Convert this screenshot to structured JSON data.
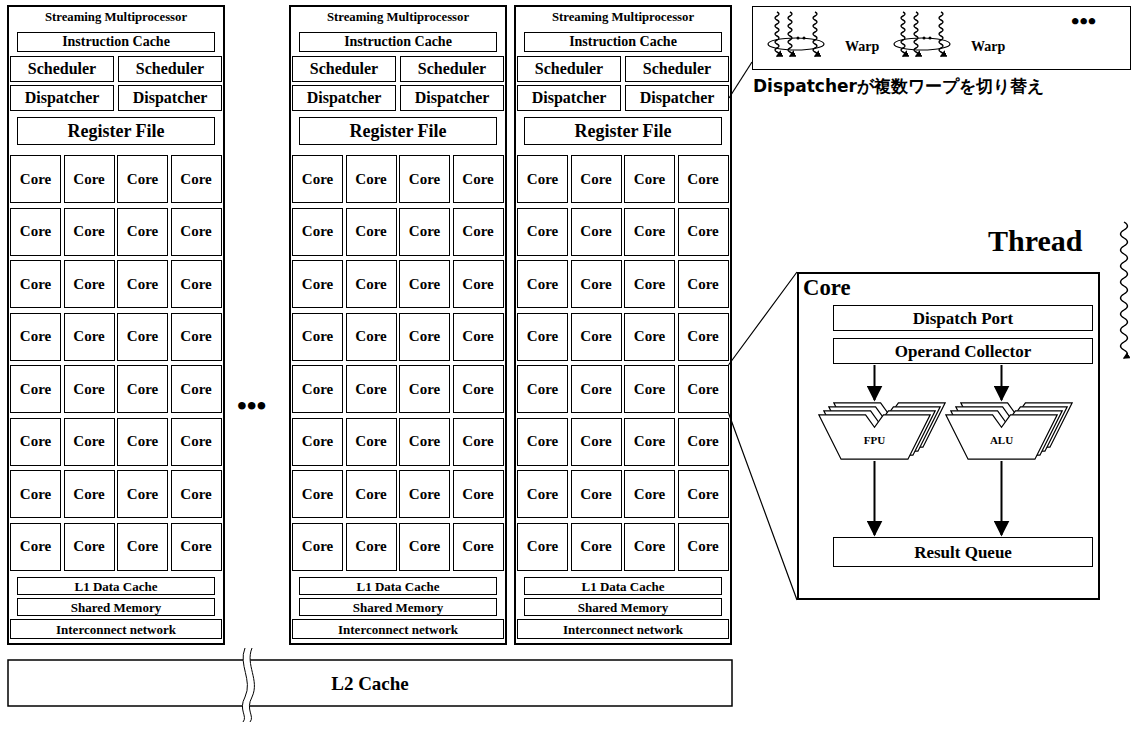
{
  "diagram": {
    "nodes": [
      {
        "text": [
          "Streaming Multiprocessor"
        ]
      },
      {
        "text": [
          "Instruction Cache"
        ],
        "in": 0
      },
      {
        "text": [
          "Scheduler"
        ],
        "in": 0
      },
      {
        "text": [
          "Scheduler"
        ],
        "in": 0
      },
      {
        "text": [
          "Dispatcher"
        ],
        "in": 0
      },
      {
        "text": [
          "Dispatcher"
        ],
        "in": 0
      },
      {
        "text": [
          "Register File"
        ],
        "in": 0
      },
      {
        "text": [
          "Core"
        ],
        "in": 0
      },
      {
        "text": [
          "Core"
        ],
        "in": 0
      },
      {
        "text": [
          "Core"
        ],
        "in": 0
      },
      {
        "text": [
          "Core"
        ],
        "in": 0
      },
      {
        "text": [
          "Core"
        ],
        "in": 0
      },
      {
        "text": [
          "Core"
        ],
        "in": 0
      },
      {
        "text": [
          "Core"
        ],
        "in": 0
      },
      {
        "text": [
          "Core"
        ],
        "in": 0
      },
      {
        "text": [
          "Core"
        ],
        "in": 0
      },
      {
        "text": [
          "Core"
        ],
        "in": 0
      },
      {
        "text": [
          "Core"
        ],
        "in": 0
      },
      {
        "text": [
          "Core"
        ],
        "in": 0
      },
      {
        "text": [
          "Core"
        ],
        "in": 0
      },
      {
        "text": [
          "Core"
        ],
        "in": 0
      },
      {
        "text": [
          "Core"
        ],
        "in": 0
      },
      {
        "text": [
          "Core"
        ],
        "in": 0
      },
      {
        "text": [
          "Core"
        ],
        "in": 0
      },
      {
        "text": [
          "Core"
        ],
        "in": 0
      },
      {
        "text": [
          "Core"
        ],
        "in": 0
      },
      {
        "text": [
          "Core"
        ],
        "in": 0
      },
      {
        "text": [
          "Core"
        ],
        "in": 0
      },
      {
        "text": [
          "Core"
        ],
        "in": 0
      },
      {
        "text": [
          "Core"
        ],
        "in": 0
      },
      {
        "text": [
          "Core"
        ],
        "in": 0
      },
      {
        "text": [
          "Core"
        ],
        "in": 0
      },
      {
        "text": [
          "Core"
        ],
        "in": 0
      },
      {
        "text": [
          "Core"
        ],
        "in": 0
      },
      {
        "text": [
          "Core"
        ],
        "in": 0
      },
      {
        "text": [
          "Core"
        ],
        "in": 0
      },
      {
        "text": [
          "Core"
        ],
        "in": 0
      },
      {
        "text": [
          "Core"
        ],
        "in": 0
      },
      {
        "text": [
          "Core"
        ],
        "in": 0
      },
      {
        "text": [
          "L1 Data Cache"
        ],
        "in": 0
      },
      {
        "text": [
          "Shared Memory"
        ],
        "in": 0
      },
      {
        "text": [
          "Interconnect network"
        ],
        "in": 0
      },
      {
        "text": [
          "Streaming Multiprocessor"
        ]
      },
      {
        "text": [
          "Instruction Cache"
        ],
        "in": 42
      },
      {
        "text": [
          "Scheduler"
        ],
        "in": 42
      },
      {
        "text": [
          "Scheduler"
        ],
        "in": 42
      },
      {
        "text": [
          "Dispatcher"
        ],
        "in": 42
      },
      {
        "text": [
          "Dispatcher"
        ],
        "in": 42
      },
      {
        "text": [
          "Register File"
        ],
        "in": 42
      },
      {
        "text": [
          "Core"
        ],
        "in": 42
      },
      {
        "text": [
          "Core"
        ],
        "in": 42
      },
      {
        "text": [
          "Core"
        ],
        "in": 42
      },
      {
        "text": [
          "Core"
        ],
        "in": 42
      },
      {
        "text": [
          "Core"
        ],
        "in": 42
      },
      {
        "text": [
          "Core"
        ],
        "in": 42
      },
      {
        "text": [
          "Core"
        ],
        "in": 42
      },
      {
        "text": [
          "Core"
        ],
        "in": 42
      },
      {
        "text": [
          "Core"
        ],
        "in": 42
      },
      {
        "text": [
          "Core"
        ],
        "in": 42
      },
      {
        "text": [
          "Core"
        ],
        "in": 42
      },
      {
        "text": [
          "Core"
        ],
        "in": 42
      },
      {
        "text": [
          "Core"
        ],
        "in": 42
      },
      {
        "text": [
          "Core"
        ],
        "in": 42
      },
      {
        "text": [
          "Core"
        ],
        "in": 42
      },
      {
        "text": [
          "Core"
        ],
        "in": 42
      },
      {
        "text": [
          "Core"
        ],
        "in": 42
      },
      {
        "text": [
          "Core"
        ],
        "in": 42
      },
      {
        "text": [
          "Core"
        ],
        "in": 42
      },
      {
        "text": [
          "Core"
        ],
        "in": 42
      },
      {
        "text": [
          "Core"
        ],
        "in": 42
      },
      {
        "text": [
          "Core"
        ],
        "in": 42
      },
      {
        "text": [
          "Core"
        ],
        "in": 42
      },
      {
        "text": [
          "Core"
        ],
        "in": 42
      },
      {
        "text": [
          "Core"
        ],
        "in": 42
      },
      {
        "text": [
          "Core"
        ],
        "in": 42
      },
      {
        "text": [
          "Core"
        ],
        "in": 42
      },
      {
        "text": [
          "Core"
        ],
        "in": 42
      },
      {
        "text": [
          "Core"
        ],
        "in": 42
      },
      {
        "text": [
          "Core"
        ],
        "in": 42
      },
      {
        "text": [
          "Core"
        ],
        "in": 42
      },
      {
        "text": [
          "Core"
        ],
        "in": 42
      },
      {
        "text": [
          "L1 Data Cache"
        ],
        "in": 42
      },
      {
        "text": [
          "Shared Memory"
        ],
        "in": 42
      },
      {
        "text": [
          "Interconnect network"
        ],
        "in": 42
      },
      {
        "text": [
          "Streaming Multiprocessor"
        ]
      },
      {
        "text": [
          "Instruction Cache"
        ],
        "in": 84
      },
      {
        "text": [
          "Scheduler"
        ],
        "in": 84
      },
      {
        "text": [
          "Scheduler"
        ],
        "in": 84
      },
      {
        "text": [
          "Dispatcher"
        ],
        "in": 84
      },
      {
        "text": [
          "Dispatcher"
        ],
        "in": 84
      },
      {
        "text": [
          "Register File"
        ],
        "in": 84
      },
      {
        "text": [
          "Core"
        ],
        "in": 84
      },
      {
        "text": [
          "Core"
        ],
        "in": 84
      },
      {
        "text": [
          "Core"
        ],
        "in": 84
      },
      {
        "text": [
          "Core"
        ],
        "in": 84
      },
      {
        "text": [
          "Core"
        ],
        "in": 84
      },
      {
        "text": [
          "Core"
        ],
        "in": 84
      },
      {
        "text": [
          "Core"
        ],
        "in": 84
      },
      {
        "text": [
          "Core"
        ],
        "in": 84
      },
      {
        "text": [
          "Core"
        ],
        "in": 84
      },
      {
        "text": [
          "Core"
        ],
        "in": 84
      },
      {
        "text": [
          "Core"
        ],
        "in": 84
      },
      {
        "text": [
          "Core"
        ],
        "in": 84
      },
      {
        "text": [
          "Core"
        ],
        "in": 84
      },
      {
        "text": [
          "Core"
        ],
        "in": 84
      },
      {
        "text": [
          "Core"
        ],
        "in": 84
      },
      {
        "text": [
          "Core"
        ],
        "in": 84
      },
      {
        "text": [
          "Core"
        ],
        "in": 84
      },
      {
        "text": [
          "Core"
        ],
        "in": 84
      },
      {
        "text": [
          "Core"
        ],
        "in": 84
      },
      {
        "text": [
          "Core"
        ],
        "in": 84
      },
      {
        "text": [
          "Core"
        ],
        "in": 84
      },
      {
        "text": [
          "Core"
        ],
        "in": 84
      },
      {
        "text": [
          "Core"
        ],
        "in": 84
      },
      {
        "text": [
          "Core"
        ],
        "in": 84
      },
      {
        "text": [
          "Core"
        ],
        "in": 84
      },
      {
        "text": [
          "Core"
        ],
        "in": 84
      },
      {
        "text": [
          "Core"
        ],
        "in": 84
      },
      {
        "text": [
          "Core"
        ],
        "in": 84
      },
      {
        "text": [
          "Core"
        ],
        "in": 84
      },
      {
        "text": [
          "Core"
        ],
        "in": 84
      },
      {
        "text": [
          "Core"
        ],
        "in": 84
      },
      {
        "text": [
          "Core"
        ],
        "in": 84
      },
      {
        "text": [
          "L1 Data Cache"
        ],
        "in": 84
      },
      {
        "text": [
          "Shared Memory"
        ],
        "in": 84
      },
      {
        "text": [
          "Interconnect network"
        ],
        "in": 84
      },
      {
        "text": [
          "L2 Cache"
        ]
      },
      {
        "text": [
          "Warp",
          "Warp",
          "•••"
        ]
      },
      {
        "text": [
          "Core"
        ]
      },
      {
        "text": [
          "Dispatch Port"
        ],
        "in": 128
      },
      {
        "text": [
          "Operand Collector"
        ],
        "in": 128
      },
      {
        "text": [
          "FPU"
        ],
        "in": 128
      },
      {
        "text": [
          "ALU"
        ],
        "in": 128
      },
      {
        "text": [
          "Result Queue"
        ],
        "in": 128
      }
    ],
    "edges": [
      {
        "from": 89,
        "to": 127,
        "arrow": "none"
      },
      {
        "from": 110,
        "to": 128,
        "arrow": "none"
      },
      {
        "from": 130,
        "to": 131,
        "arrow": "to"
      },
      {
        "from": 130,
        "to": 132,
        "arrow": "to"
      },
      {
        "from": 131,
        "to": 133,
        "arrow": "to"
      },
      {
        "from": 132,
        "to": 133,
        "arrow": "to"
      }
    ],
    "labels": [
      "•••",
      "Dispatcherが複数ワープを切り替え",
      "Thread"
    ]
  }
}
